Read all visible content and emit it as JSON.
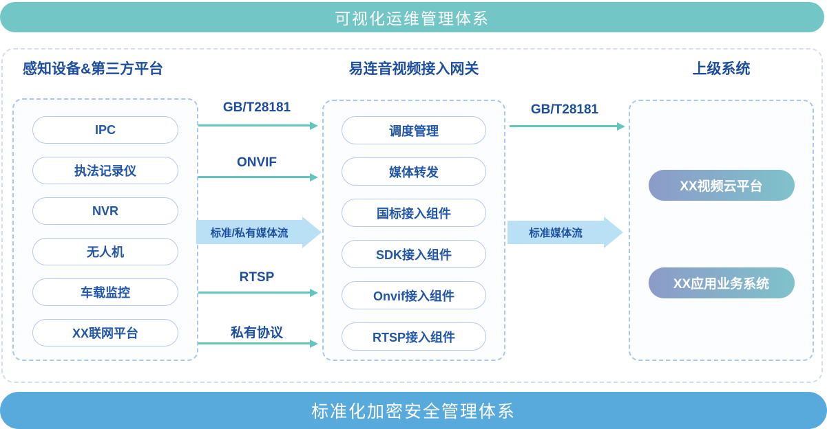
{
  "banners": {
    "top": "可视化运维管理体系",
    "bottom": "标准化加密安全管理体系"
  },
  "columns": {
    "devices": {
      "title": "感知设备&第三方平台",
      "items": [
        "IPC",
        "执法记录仪",
        "NVR",
        "无人机",
        "车载监控",
        "XX联网平台"
      ]
    },
    "gateway": {
      "title": "易连音视频接入网关",
      "items": [
        "调度管理",
        "媒体转发",
        "国标接入组件",
        "SDK接入组件",
        "Onvif接入组件",
        "RTSP接入组件"
      ]
    },
    "upper": {
      "title": "上级系统",
      "items": [
        "XX视频云平台",
        "XX应用业务系统"
      ]
    }
  },
  "flows": {
    "left": {
      "gbt": "GB/T28181",
      "onvif": "ONVIF",
      "media": "标准/私有媒体流",
      "rtsp": "RTSP",
      "private": "私有协议"
    },
    "right": {
      "gbt": "GB/T28181",
      "media": "标准媒体流"
    }
  },
  "colors": {
    "banner_top_bg": "#72c6c6",
    "banner_bottom_bg": "#58aadd",
    "heading": "#1d4e9e",
    "pill_text": "#2156a7",
    "arrow": "#63c6bd",
    "block_arrow_bg": "#b9e0f5",
    "grad_from": "#8c9bc9",
    "grad_to": "#7fc2ca"
  }
}
